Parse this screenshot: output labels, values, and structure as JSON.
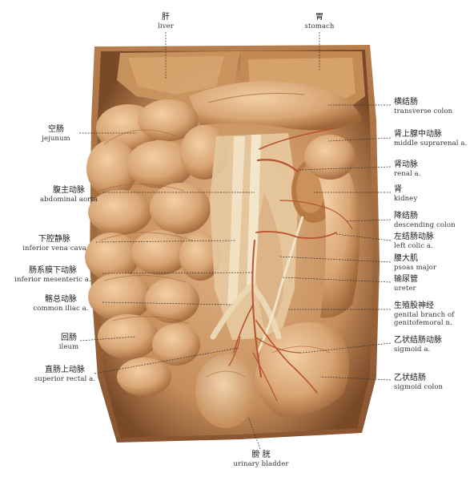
{
  "labels": {
    "liver": {
      "zh": "肝",
      "en": "liver"
    },
    "stomach": {
      "zh": "胃",
      "en": "stomach"
    },
    "transverse": {
      "zh": "横结肠",
      "en": "transverse colon"
    },
    "midsupra": {
      "zh": "肾上腺中动脉",
      "en": "middle suprarenal a."
    },
    "renal": {
      "zh": "肾动脉",
      "en": "renal a."
    },
    "kidney": {
      "zh": "肾",
      "en": "kidney"
    },
    "descending": {
      "zh": "降结肠",
      "en": "descending colon"
    },
    "leftcolic": {
      "zh": "左结肠动脉",
      "en": "left colic a."
    },
    "psoas": {
      "zh": "腰大肌",
      "en": "psoas major"
    },
    "ureter": {
      "zh": "输尿管",
      "en": "ureter"
    },
    "genital": {
      "zh": "生殖股神经",
      "en1": "genital branch of",
      "en2": "genitofemoral n."
    },
    "sigmoida": {
      "zh": "乙状结肠动脉",
      "en": "sigmoid a."
    },
    "sigmoidcolon": {
      "zh": "乙状结肠",
      "en": "sigmoid colon"
    },
    "jejunum": {
      "zh": "空肠",
      "en": "jejunum"
    },
    "aorta": {
      "zh": "腹主动脉",
      "en": "abdominal aorta"
    },
    "ivc": {
      "zh": "下腔静脉",
      "en": "inferior vena cava"
    },
    "ima": {
      "zh": "肠系膜下动脉",
      "en": "inferior mesenteric a."
    },
    "iliac": {
      "zh": "髂总动脉",
      "en": "common iliac a."
    },
    "ileum": {
      "zh": "回肠",
      "en": "ileum"
    },
    "rectal": {
      "zh": "直肠上动脉",
      "en": "superior rectal a."
    },
    "bladder": {
      "zh": "膀 胱",
      "en": "urinary bladder"
    }
  },
  "colors": {
    "background": "#ffffff",
    "tissue": "#d9a574",
    "tissue_dark": "#a8703f",
    "tissue_light": "#ecc396",
    "cavity": "#7a4a28",
    "artery": "#b8532f",
    "vessel_pale": "#e8d3b0",
    "leader": "#333333"
  }
}
